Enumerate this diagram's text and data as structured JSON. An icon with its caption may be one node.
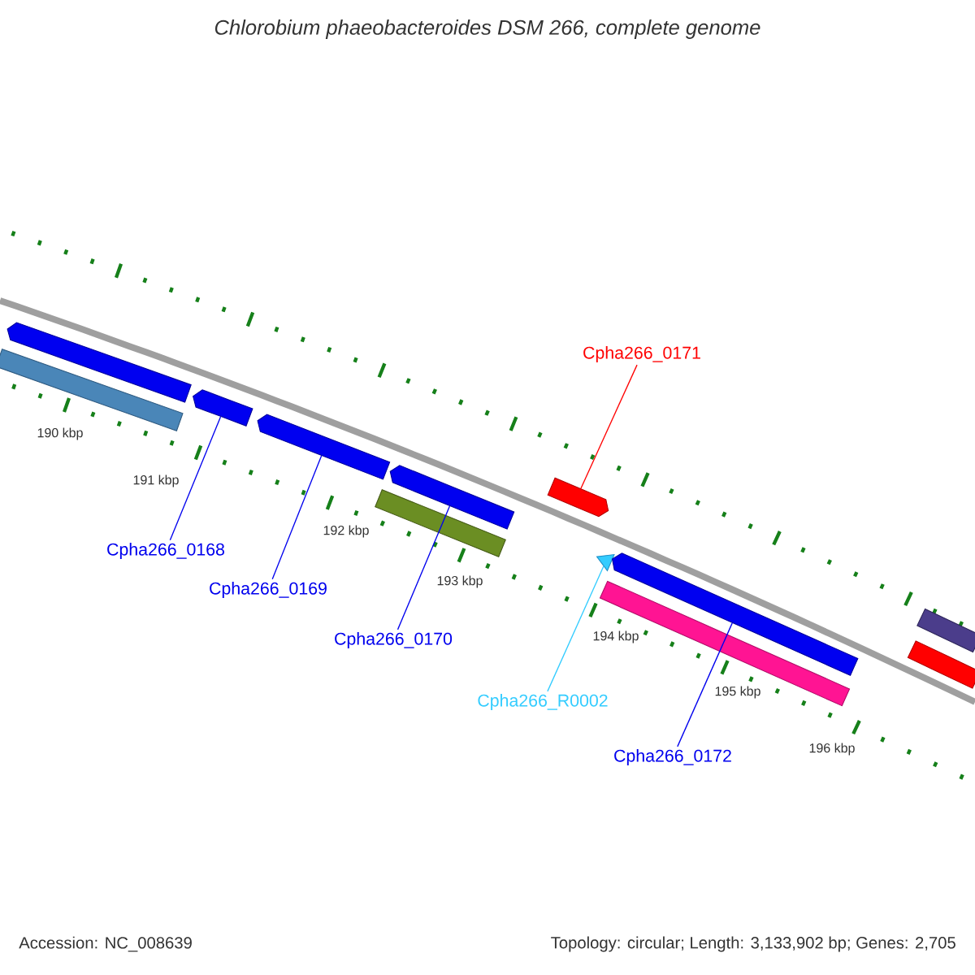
{
  "diagram": {
    "title": "Chlorobium phaeobacteroides DSM 266, complete genome",
    "nodes": [
      {
        "text": [
          "Cpha266_0171"
        ]
      },
      {
        "text": [
          "Cpha266_0168"
        ]
      },
      {
        "text": [
          "Cpha266_0169"
        ]
      },
      {
        "text": [
          "Cpha266_0170"
        ]
      },
      {
        "text": [
          "Cpha266_R0002"
        ]
      },
      {
        "text": [
          "Cpha266_0172"
        ]
      },
      {
        "text": [],
        "shape": "bar"
      },
      {
        "text": [],
        "shape": "bar"
      },
      {
        "text": [],
        "shape": "bar"
      },
      {
        "text": [],
        "shape": "bar"
      },
      {
        "text": [],
        "shape": "bar"
      },
      {
        "text": [],
        "shape": "bar"
      },
      {
        "text": [],
        "shape": "bar"
      },
      {
        "text": [],
        "shape": "triangle"
      },
      {
        "text": [],
        "shape": "bar"
      },
      {
        "text": [],
        "shape": "bar"
      },
      {
        "text": [],
        "shape": "bar"
      },
      {
        "text": [],
        "shape": "bar"
      }
    ],
    "edges": [
      {
        "from": 0,
        "to": 12,
        "arrow": "none",
        "color": "#ff0000"
      },
      {
        "from": 1,
        "to": 8,
        "arrow": "none"
      },
      {
        "from": 2,
        "to": 9,
        "arrow": "none"
      },
      {
        "from": 3,
        "to": 11,
        "arrow": "none"
      },
      {
        "from": 4,
        "to": 13,
        "arrow": "none",
        "color": "#33ccff"
      },
      {
        "from": 5,
        "to": 15,
        "arrow": "none"
      }
    ],
    "labels": [
      "190 kbp",
      "191 kbp",
      "192 kbp",
      "193 kbp",
      "194 kbp",
      "195 kbp",
      "196 kbp",
      "Accession: NC_008639",
      "Topology: circular; Length: 3,133,902 bp; Genes: 2,705"
    ]
  }
}
